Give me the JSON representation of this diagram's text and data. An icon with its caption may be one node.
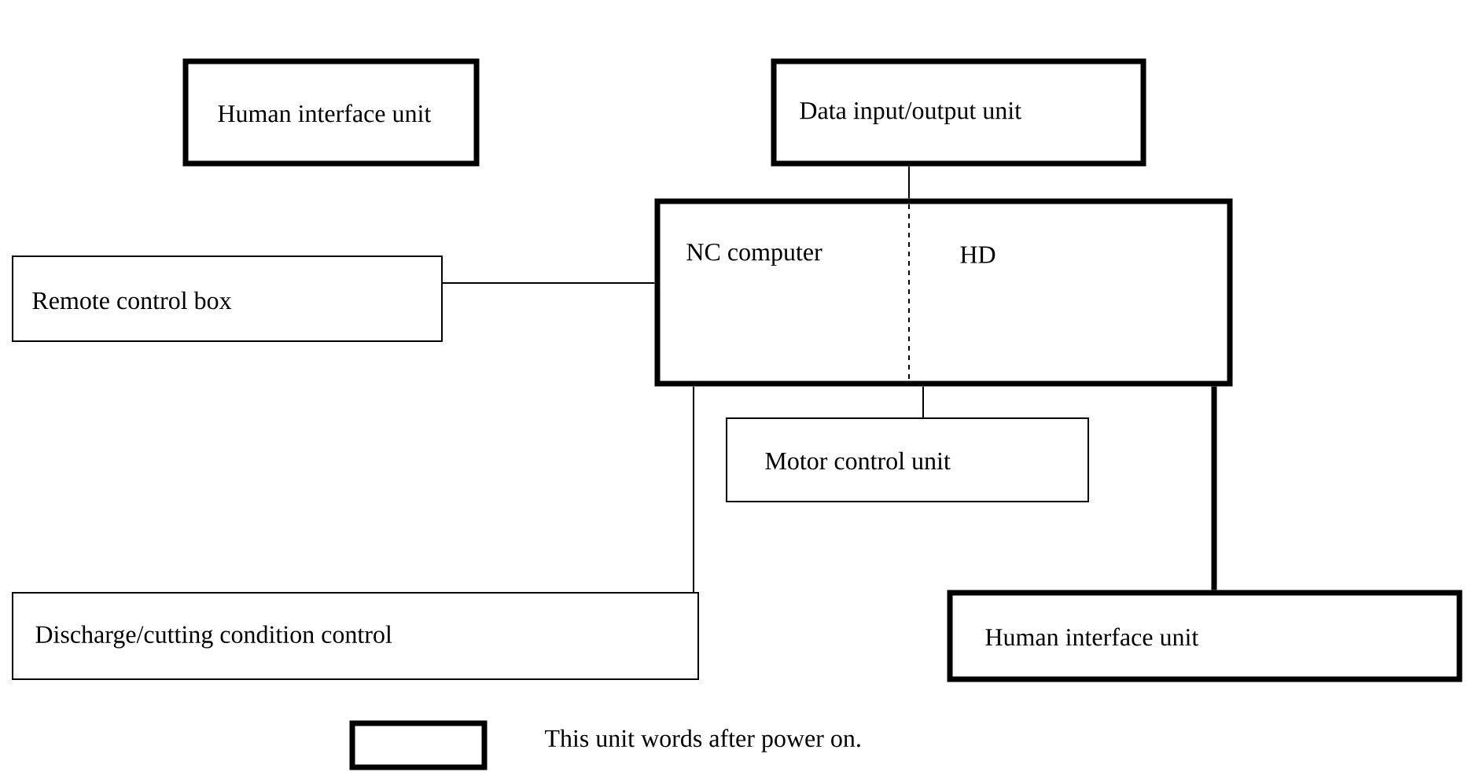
{
  "diagram": {
    "nodes": [
      {
        "text": [
          "Human interface unit"
        ]
      },
      {
        "text": [
          "Data input/output unit"
        ]
      },
      {
        "text": [
          "NC computer",
          "HD"
        ]
      },
      {
        "text": [
          "Remote control box"
        ]
      },
      {
        "text": [
          "Motor control unit"
        ]
      },
      {
        "text": [
          "Discharge/cutting condition control"
        ]
      },
      {
        "text": [
          "Human interface unit"
        ]
      }
    ],
    "edges": [
      {
        "from": 1,
        "to": 2,
        "arrow": "none"
      },
      {
        "from": 3,
        "to": 2,
        "arrow": "none"
      },
      {
        "from": 2,
        "to": 4,
        "arrow": "none"
      },
      {
        "from": 2,
        "to": 5,
        "arrow": "none"
      },
      {
        "from": 2,
        "to": 6,
        "arrow": "none",
        "style": "thick"
      }
    ],
    "legend": [
      {
        "text": "This unit words after power on."
      }
    ]
  }
}
